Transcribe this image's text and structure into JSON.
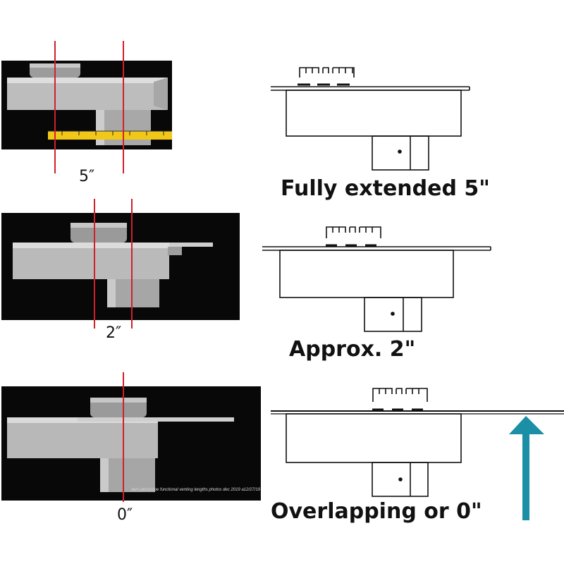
{
  "rows": [
    {
      "measurement": "5″",
      "caption": "Fully extended 5\""
    },
    {
      "measurement": "2″",
      "caption": "Approx. 2\""
    },
    {
      "measurement": "0″",
      "caption": "Overlapping or 0\""
    }
  ],
  "photo_watermark": "zero periscope functional venting lengths photos dec 2019 a12/27/19",
  "colors": {
    "guide_line": "#d0202a",
    "arrow": "#1b8fa6",
    "tape": "#f2c818"
  },
  "icons": [
    "up-arrow-icon"
  ]
}
